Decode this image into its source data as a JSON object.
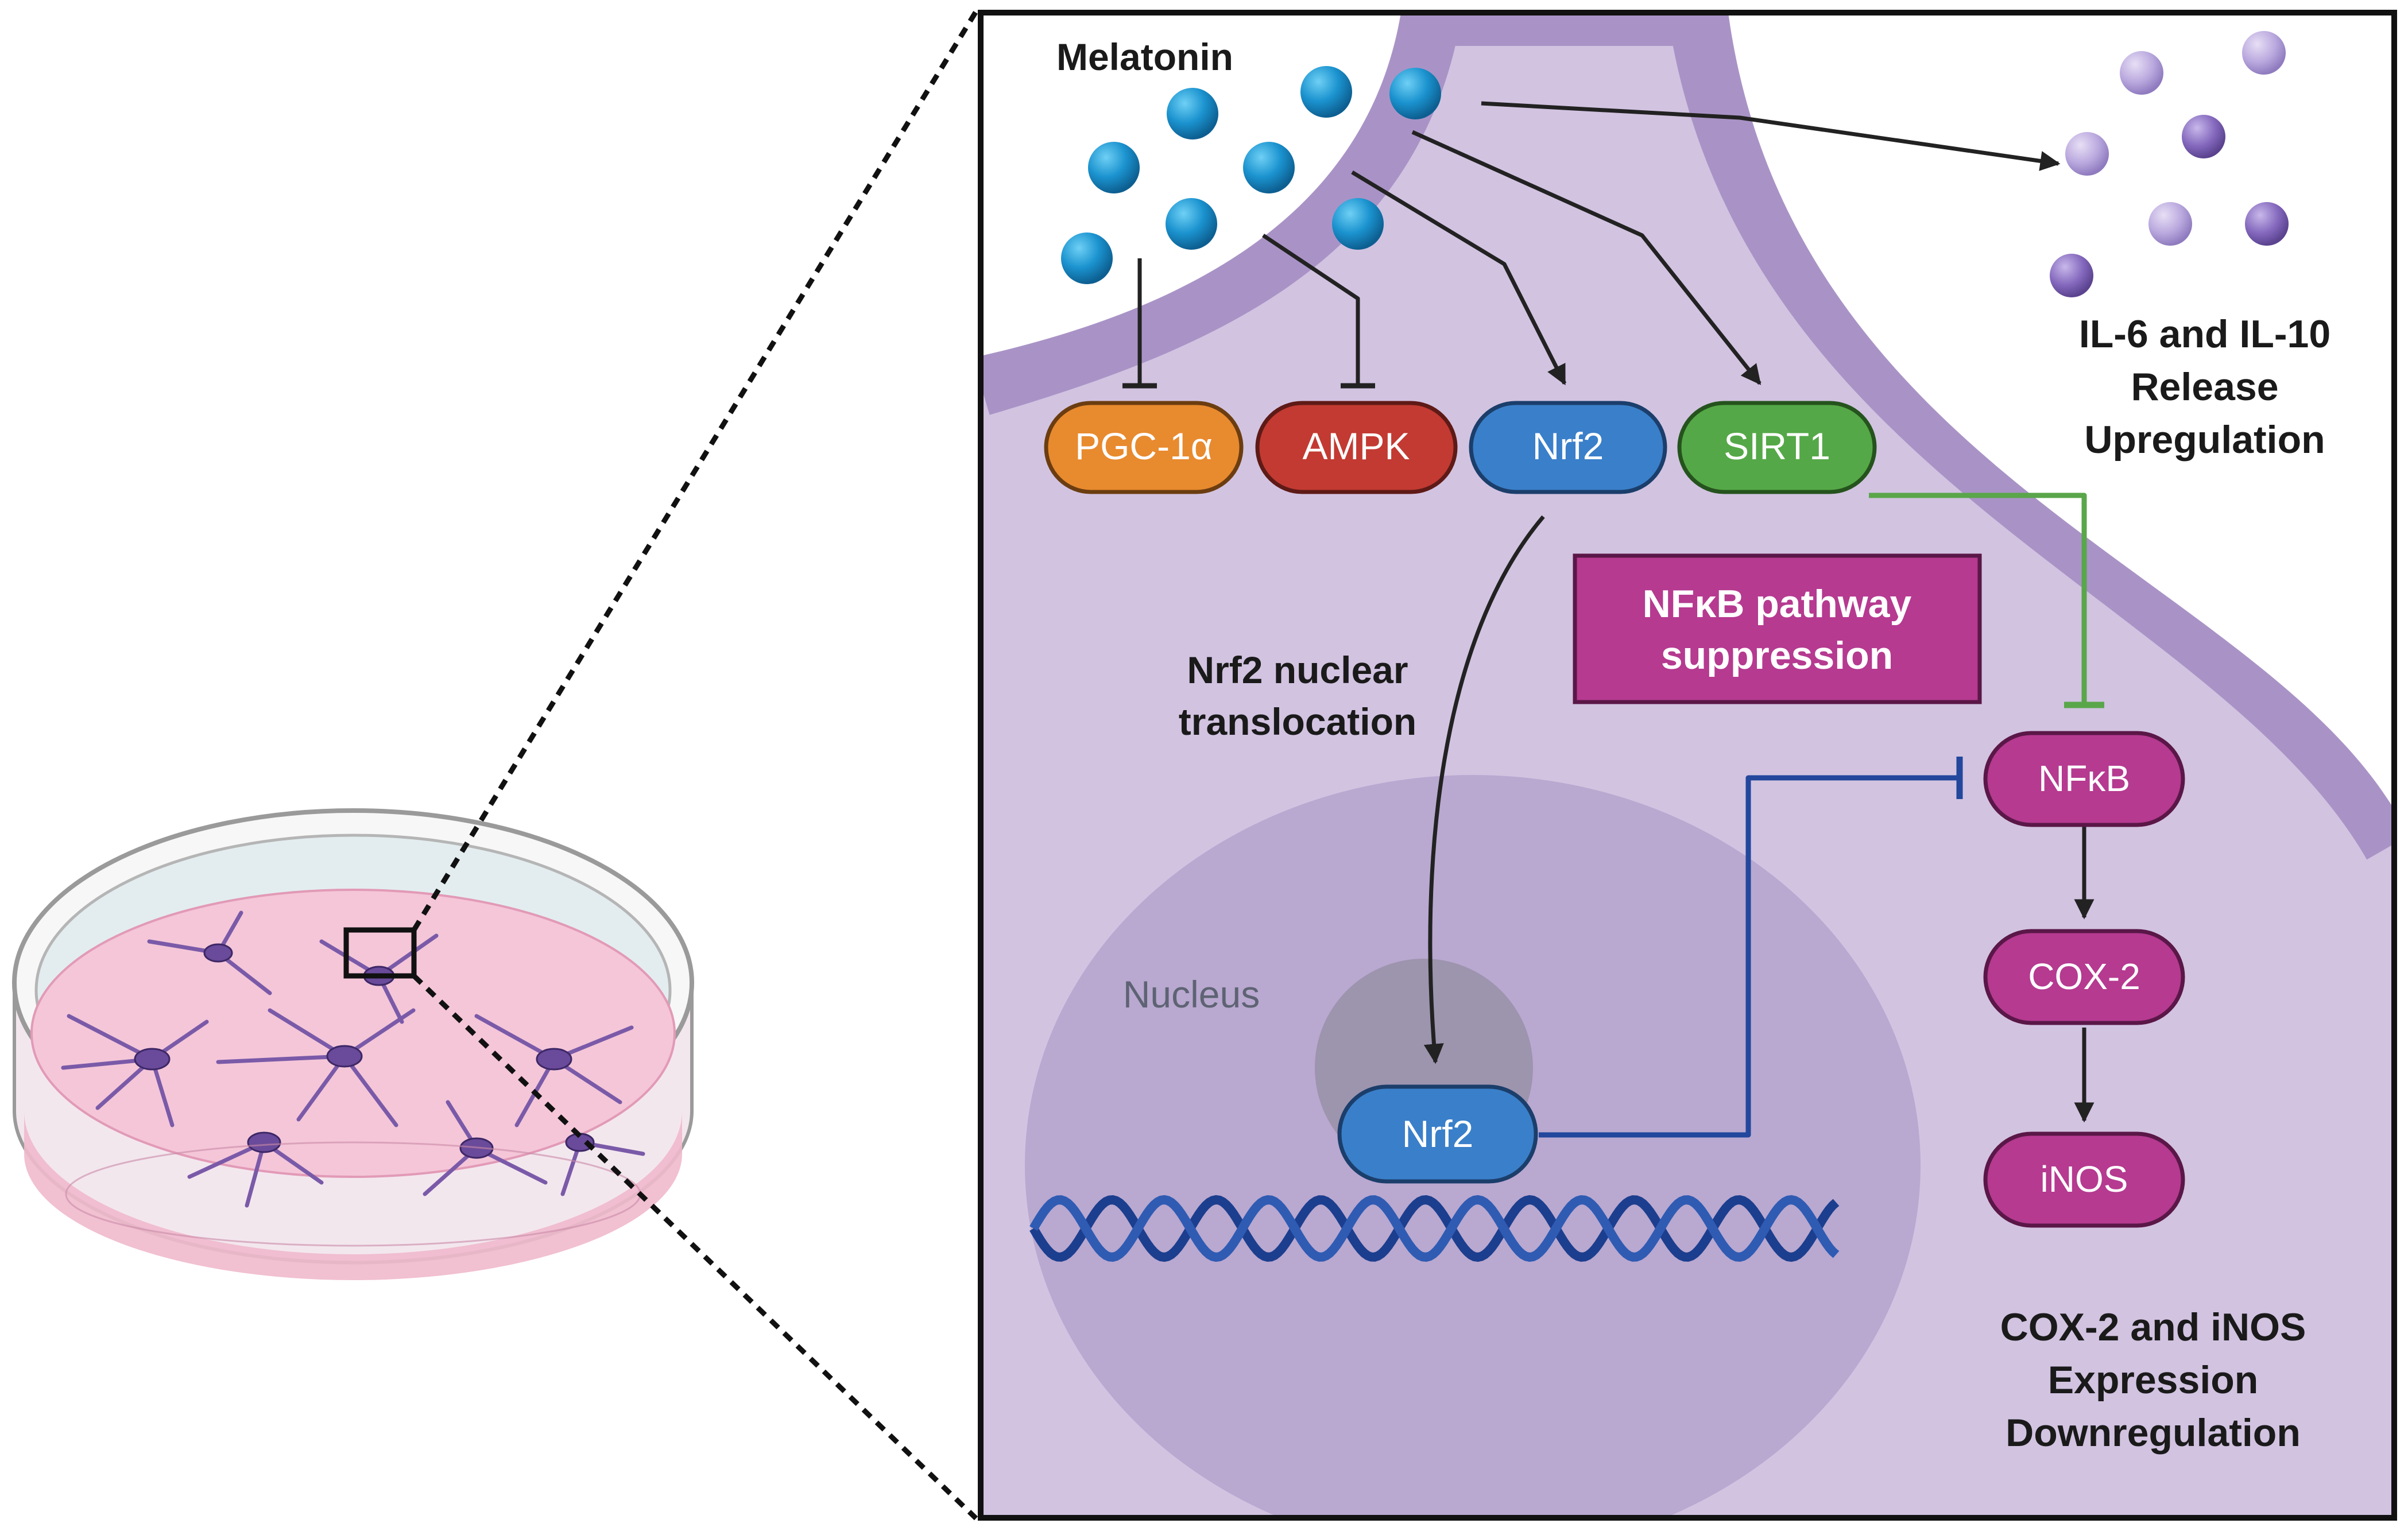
{
  "labels": {
    "melatonin": "Melatonin",
    "il_release": [
      "IL-6 and IL-10",
      "Release",
      "Upregulation"
    ],
    "nrf2_translocation": [
      "Nrf2 nuclear",
      "translocation"
    ],
    "nucleus": "Nucleus",
    "nfkb_suppression": [
      "NFκB pathway",
      "suppression"
    ],
    "cox_inos": [
      "COX-2 and iNOS",
      "Expression",
      "Downregulation"
    ]
  },
  "targets": {
    "pgc1a": "PGC-1α",
    "ampk": "AMPK",
    "nrf2": "Nrf2",
    "sirt1": "SIRT1"
  },
  "nuclear_nrf2": "Nrf2",
  "cascade": {
    "nfkb": "NFκB",
    "cox2": "COX-2",
    "inos": "iNOS"
  },
  "colors": {
    "cell_bg": "#d2c3e1",
    "membrane": "#a993c6",
    "nucleus": "#b7a7cf",
    "melatonin": "#1b93cf",
    "cytokine": "#9b86c9",
    "pgc1a": "#e88a2e",
    "ampk": "#c23a32",
    "nrf2": "#3a7fc9",
    "sirt1": "#55a847",
    "nfkb_pathway": "#b53a90",
    "inhibit_green": "#5aa64a",
    "inhibit_blue": "#22479c",
    "dna": "#1c3e8e"
  }
}
